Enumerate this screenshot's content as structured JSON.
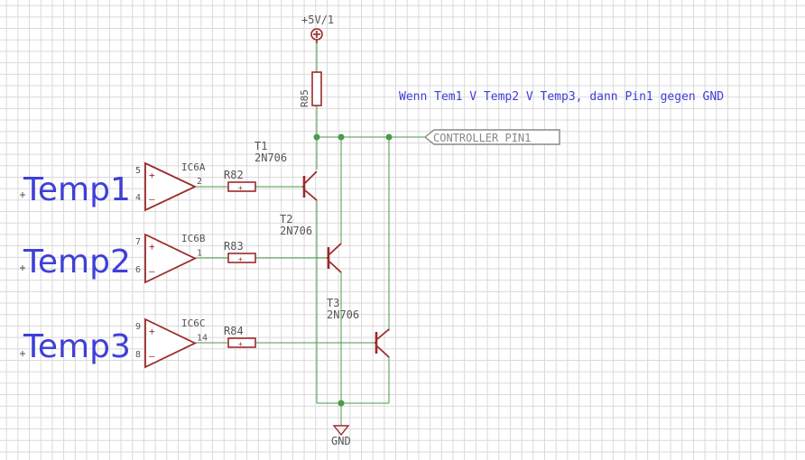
{
  "colors": {
    "wire": "#4a9a4a",
    "part": "#9c2a2a",
    "label": "#555555",
    "netlabel": "#3f3fd8",
    "netport": "#888888",
    "grid": "#d9d9d9"
  },
  "supply": {
    "name": "+5V/1"
  },
  "ground": {
    "name": "GND"
  },
  "net_port": {
    "name": "CONTROLLER_PIN1"
  },
  "note": {
    "text": "Wenn Tem1 V Temp2 V Temp3, dann Pin1 gegen GND"
  },
  "resistors": [
    {
      "name": "R85"
    },
    {
      "name": "R82"
    },
    {
      "name": "R83"
    },
    {
      "name": "R84"
    }
  ],
  "transistors": [
    {
      "name": "T1",
      "value": "2N706"
    },
    {
      "name": "T2",
      "value": "2N706"
    },
    {
      "name": "T3",
      "value": "2N706"
    }
  ],
  "opamps": [
    {
      "name": "IC6A",
      "pin_plus": "5",
      "pin_minus": "4",
      "pin_out": "2",
      "sign_plus": "+",
      "sign_minus": "–"
    },
    {
      "name": "IC6B",
      "pin_plus": "7",
      "pin_minus": "6",
      "pin_out": "1",
      "sign_plus": "+",
      "sign_minus": "–"
    },
    {
      "name": "IC6C",
      "pin_plus": "9",
      "pin_minus": "8",
      "pin_out": "14",
      "sign_plus": "+",
      "sign_minus": "–"
    }
  ],
  "inputs": [
    {
      "label": "Temp1"
    },
    {
      "label": "Temp2"
    },
    {
      "label": "Temp3"
    }
  ],
  "resistor_mark": "+"
}
